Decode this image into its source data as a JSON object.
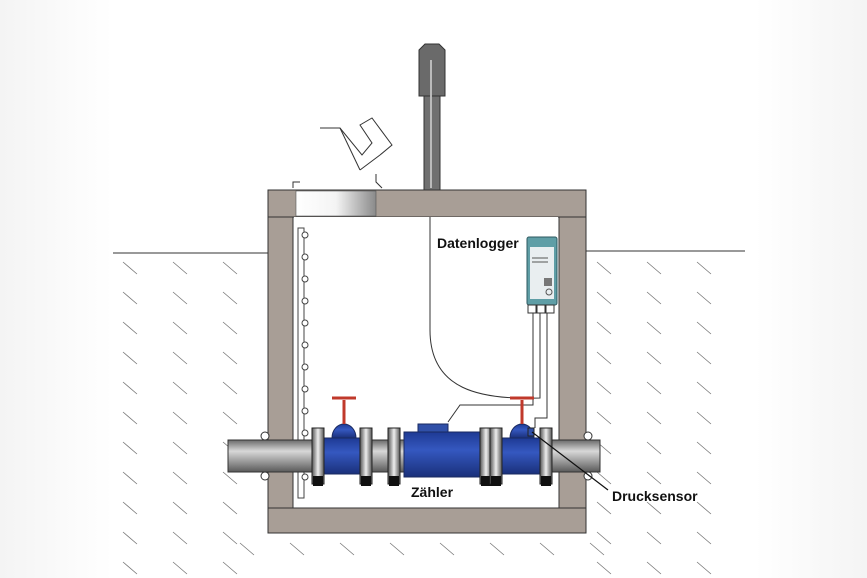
{
  "labels": {
    "datalogger": "Datenlogger",
    "meter": "Zähler",
    "pressure_sensor": "Drucksensor"
  },
  "colors": {
    "concrete": "#a89e96",
    "pipe_fittings": "#2a4aa8",
    "valve_handle": "#c0392b",
    "logger": "#5f9ea6"
  }
}
